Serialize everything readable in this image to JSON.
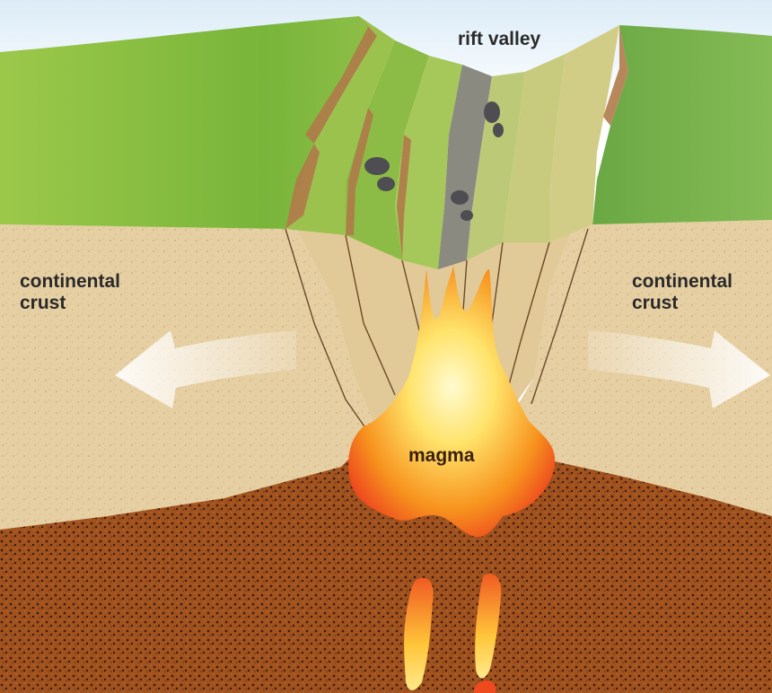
{
  "labels": {
    "rift_valley": "rift valley",
    "continental_crust_left": [
      "continental",
      "crust"
    ],
    "continental_crust_right": [
      "continental",
      "crust"
    ],
    "magma": "magma"
  },
  "colors": {
    "sky": "#eaf4fb",
    "grass_left": "#8cbf3f",
    "grass_right": "#78b24a",
    "grass_rift": "#b8c870",
    "cliff": "#b07a4a",
    "crust": "#e8d2a6",
    "mantle": "#9a4e1f",
    "magma_outer": "#f05a22",
    "magma_inner": "#fff2a0",
    "arrow": "#f6f3ec",
    "fault_line": "#6b4a2a"
  }
}
